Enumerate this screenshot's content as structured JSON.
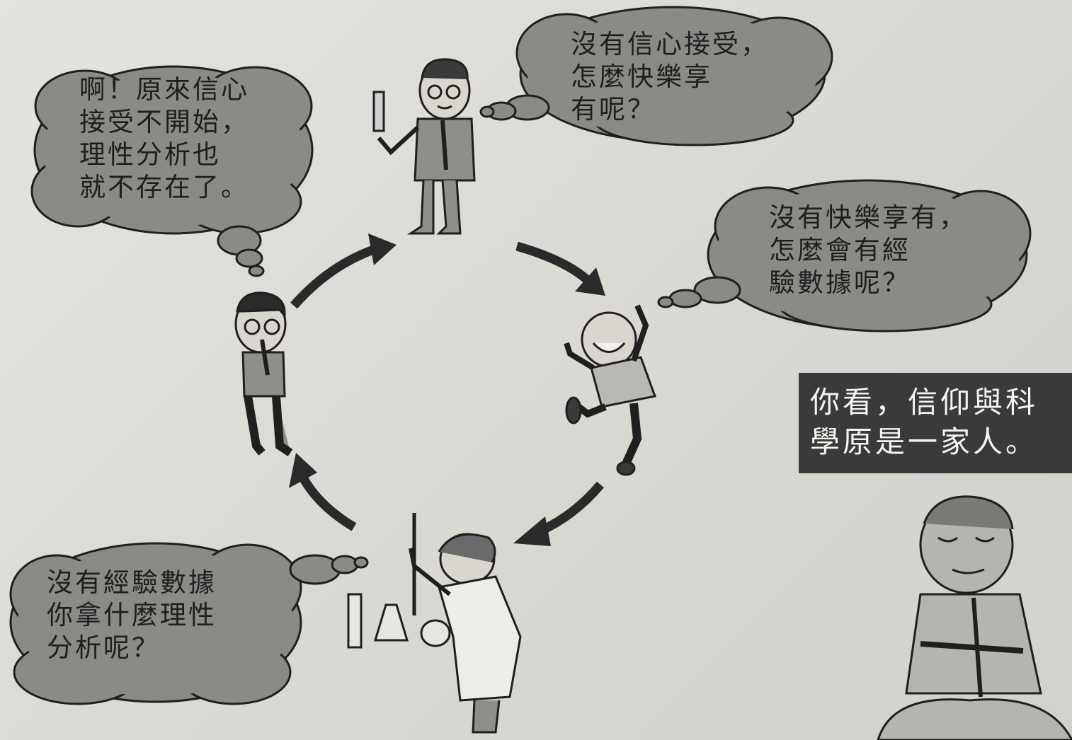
{
  "bubbles": {
    "faith": "啊！原來信心\n接受不開始，\n理性分析也\n就不存在了。",
    "joy": "沒有信心接受，\n怎麼快樂享\n有呢？",
    "experience": "沒有快樂享有，\n怎麼會有經\n驗數據呢？",
    "reason": "沒有經驗數據\n你拿什麼理性\n分析呢？"
  },
  "banner": {
    "text": "你看，信仰與科\n學原是一家人。"
  },
  "colors": {
    "bubble_fill": "#8a8a87",
    "bubble_stroke": "#1f1f1f",
    "arrow": "#2a2a2a",
    "banner_bg": "#3a3a3a",
    "banner_text": "#f4f4f0"
  }
}
